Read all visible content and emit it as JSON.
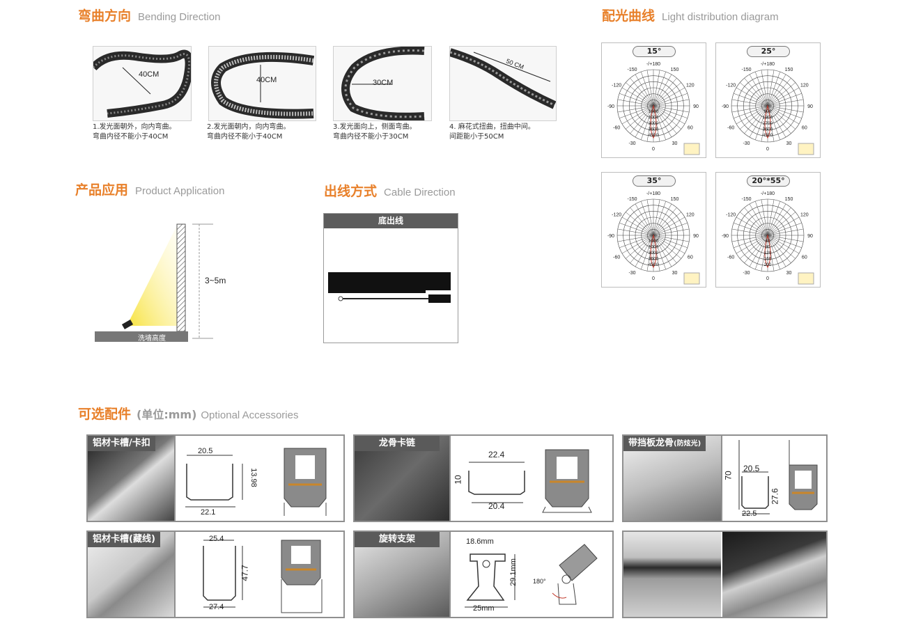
{
  "sections": {
    "bending": {
      "cn": "弯曲方向",
      "en": "Bending Direction"
    },
    "light": {
      "cn": "配光曲线",
      "en": "Light distribution diagram"
    },
    "application": {
      "cn": "产品应用",
      "en": "Product Application"
    },
    "cable": {
      "cn": "出线方式",
      "en": "Cable Direction"
    },
    "accessories": {
      "cn": "可选配件",
      "unit": "(单位:mm)",
      "en": "Optional Accessories"
    }
  },
  "bending_items": [
    {
      "dim": "40CM",
      "cap1": "1.发光面朝外，向内弯曲。",
      "cap2": "弯曲内径不能小于40CM"
    },
    {
      "dim": "40CM",
      "cap1": "2.发光面朝内，向内弯曲。",
      "cap2": "弯曲内径不能小于40CM"
    },
    {
      "dim": "30CM",
      "cap1": "3.发光面向上，侧面弯曲。",
      "cap2": "弯曲内径不能小于30CM"
    },
    {
      "dim": "50 CM",
      "cap1": "4. 麻花式扭曲，扭曲中间。",
      "cap2": "间距能小于50CM"
    }
  ],
  "polar_common": {
    "angles": [
      "-/+180",
      "-150",
      "150",
      "-120",
      "120",
      "-90",
      "90",
      "-60",
      "60",
      "-30",
      "30",
      "0"
    ]
  },
  "polar_charts": [
    {
      "beam": "15°",
      "radials": [
        "1000",
        "2000",
        "3000",
        "3600",
        "4500"
      ]
    },
    {
      "beam": "25°",
      "radials": [
        "900",
        "1800",
        "2700",
        "3600",
        "4500"
      ]
    },
    {
      "beam": "35°",
      "radials": [
        "1000",
        "2000",
        "3000",
        "3600",
        "4500"
      ]
    },
    {
      "beam": "20°*55°",
      "radials": [
        "40",
        "80",
        "120",
        "160",
        "200"
      ]
    }
  ],
  "application": {
    "height": "3~5m",
    "base_label": "洗墙高度"
  },
  "cable": {
    "header": "底出线"
  },
  "accessories": [
    {
      "label": "铝材卡槽/卡扣",
      "dims": [
        "20.5",
        "13.98",
        "22.1"
      ]
    },
    {
      "label": "龙骨卡链",
      "dims": [
        "22.4",
        "10",
        "20.4"
      ]
    },
    {
      "label": "带挡板龙骨",
      "label_small": "(防炫光)",
      "dims": [
        "70",
        "20.5",
        "27.6",
        "22.5"
      ]
    },
    {
      "label": "铝材卡槽(藏线)",
      "dims": [
        "25.4",
        "47.7",
        "27.4"
      ]
    },
    {
      "label": "旋转支架",
      "dims": [
        "18.6mm",
        "29.1mm",
        "25mm",
        "180°"
      ]
    }
  ],
  "colors": {
    "accent": "#e8802a",
    "label_bg": "#5a5a5a",
    "polar_red": "#c0392b"
  }
}
